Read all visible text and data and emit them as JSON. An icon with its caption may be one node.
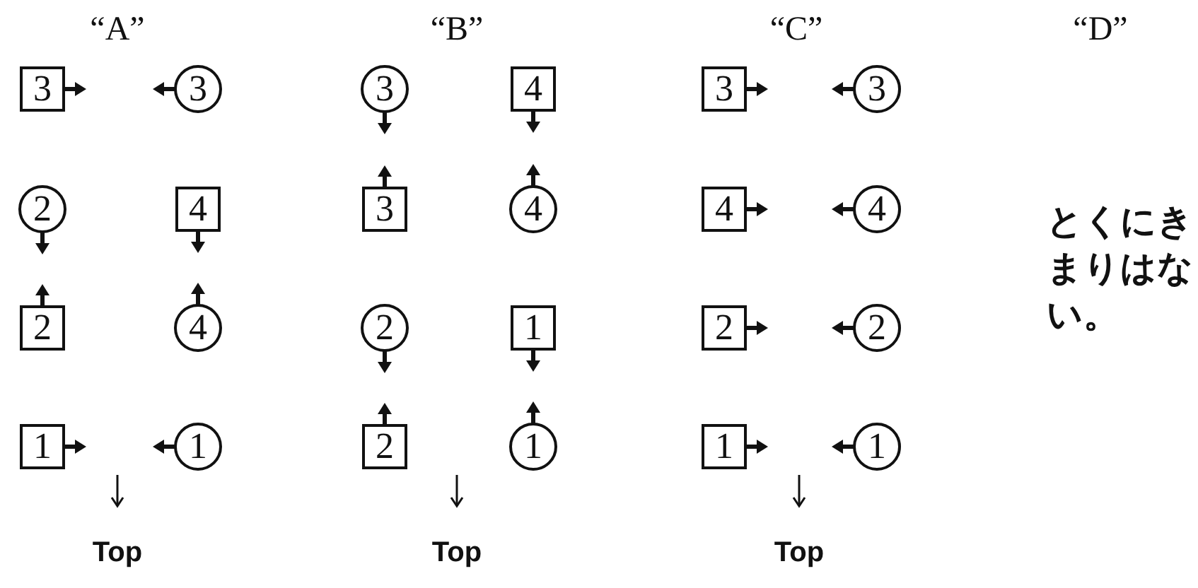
{
  "diagram": {
    "nodes": [
      {
        "text": [
          "3"
        ]
      },
      {
        "text": [
          "3"
        ]
      },
      {
        "text": [
          "2"
        ]
      },
      {
        "text": [
          "4"
        ]
      },
      {
        "text": [
          "2"
        ]
      },
      {
        "text": [
          "4"
        ]
      },
      {
        "text": [
          "1"
        ]
      },
      {
        "text": [
          "1"
        ]
      },
      {
        "text": [
          "3"
        ]
      },
      {
        "text": [
          "4"
        ]
      },
      {
        "text": [
          "3"
        ]
      },
      {
        "text": [
          "4"
        ]
      },
      {
        "text": [
          "2"
        ]
      },
      {
        "text": [
          "1"
        ]
      },
      {
        "text": [
          "2"
        ]
      },
      {
        "text": [
          "1"
        ]
      },
      {
        "text": [
          "3"
        ]
      },
      {
        "text": [
          "3"
        ]
      },
      {
        "text": [
          "4"
        ]
      },
      {
        "text": [
          "4"
        ]
      },
      {
        "text": [
          "2"
        ]
      },
      {
        "text": [
          "2"
        ]
      },
      {
        "text": [
          "1"
        ]
      },
      {
        "text": [
          "1"
        ]
      }
    ],
    "labels": [
      "“A”",
      "“B”",
      "“C”",
      "“D”",
      "とくにきまりはない。",
      "Top",
      "Top",
      "Top"
    ]
  }
}
